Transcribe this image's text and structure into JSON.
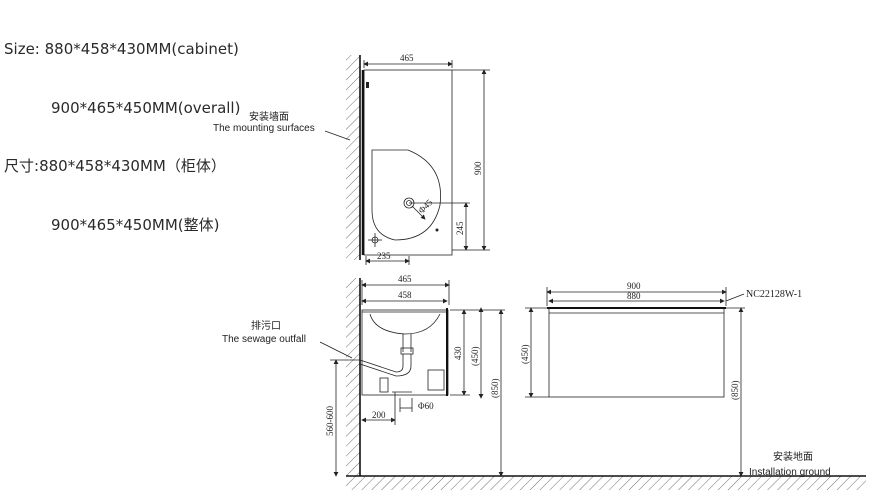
{
  "spec": {
    "size_label": "Size:",
    "size_line1": "880*458*430MM(cabinet)",
    "size_line2": "900*465*450MM(overall)",
    "cn_label": "尺寸:",
    "cn_line1": "880*458*430MM（柜体）",
    "cn_line2": "900*465*450MM(整体)"
  },
  "top_view": {
    "width_dim": "465",
    "height_dim": "900",
    "drain_offset": "245",
    "left_offset": "235",
    "hole_dia": "Φ45",
    "wall_label_cn": "安装墙面",
    "wall_label_en": "The mounting surfaces"
  },
  "side_view": {
    "overall_depth": "465",
    "cabinet_depth": "458",
    "cabinet_height": "430",
    "overall_height": "(450)",
    "install_height": "(850)",
    "drain_height": "560-600",
    "drain_offset": "200",
    "pipe_dia": "Φ60",
    "outfall_cn": "排污口",
    "outfall_en": "The sewage outfall"
  },
  "front_view": {
    "overall_width": "900",
    "cabinet_width": "880",
    "height_dim": "(450)",
    "install_height": "(850)",
    "model": "NC22128W-1",
    "ground_cn": "安装地面",
    "ground_en": "Installation ground"
  }
}
